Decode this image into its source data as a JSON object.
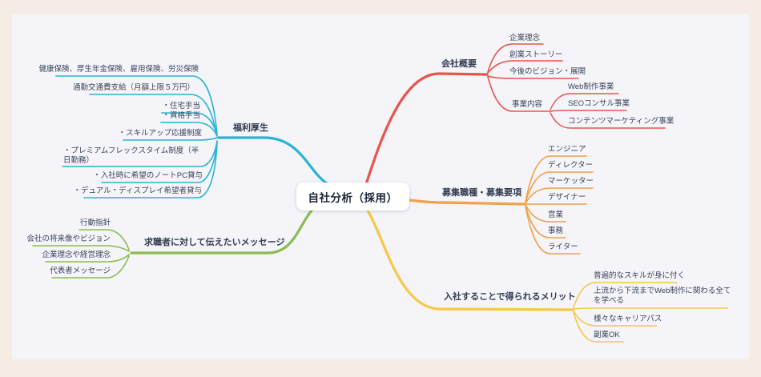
{
  "frame": {
    "border_color": "#f5ece3",
    "canvas_color": "#f4f4f9",
    "text_color": "#3a4458"
  },
  "mindmap": {
    "central_topic": "自社分析（採用）",
    "branches": [
      {
        "label": "会社概要",
        "color": "#e8544a",
        "items": [
          {
            "label": "企業理念"
          },
          {
            "label": "創業ストーリー"
          },
          {
            "label": "今後のビジョン・展開"
          },
          {
            "label": "事業内容",
            "children": [
              {
                "label": "Web制作事業"
              },
              {
                "label": "SEOコンサル事業"
              },
              {
                "label": "コンテンツマーケティング事業"
              }
            ]
          }
        ]
      },
      {
        "label": "募集職種・募集要項",
        "color": "#f2a14b",
        "items": [
          {
            "label": "エンジニア"
          },
          {
            "label": "ディレクター"
          },
          {
            "label": "マーケッター"
          },
          {
            "label": "デザイナー"
          },
          {
            "label": "営業"
          },
          {
            "label": "事務"
          },
          {
            "label": "ライター"
          }
        ]
      },
      {
        "label": "入社することで得られるメリット",
        "color": "#f7c845",
        "items": [
          {
            "label": "普遍的なスキルが身に付く"
          },
          {
            "label": "上流から下流までWeb制作に関わる全てを学べる"
          },
          {
            "label": "様々なキャリアパス"
          },
          {
            "label": "副業OK"
          }
        ]
      },
      {
        "label": "福利厚生",
        "color": "#29b4d3",
        "items": [
          {
            "label": "健康保険、厚生年金保険、雇用保険、労災保険"
          },
          {
            "label": "通勤交通費支給（月額上限５万円）"
          },
          {
            "label": "・住宅手当"
          },
          {
            "label": "・資格手当"
          },
          {
            "label": "・スキルアップ応援制度"
          },
          {
            "label": "・プレミアムフレックスタイム制度（半日勤務）"
          },
          {
            "label": "・入社時に希望のノートPC貸与"
          },
          {
            "label": "・デュアル・ディスプレイ希望者貸与"
          }
        ]
      },
      {
        "label": "求職者に対して伝えたいメッセージ",
        "color": "#8cbb52",
        "items": [
          {
            "label": "行動指針"
          },
          {
            "label": "会社の将来像やビジョン"
          },
          {
            "label": "企業理念や経営理念"
          },
          {
            "label": "代表者メッセージ"
          }
        ]
      }
    ]
  }
}
